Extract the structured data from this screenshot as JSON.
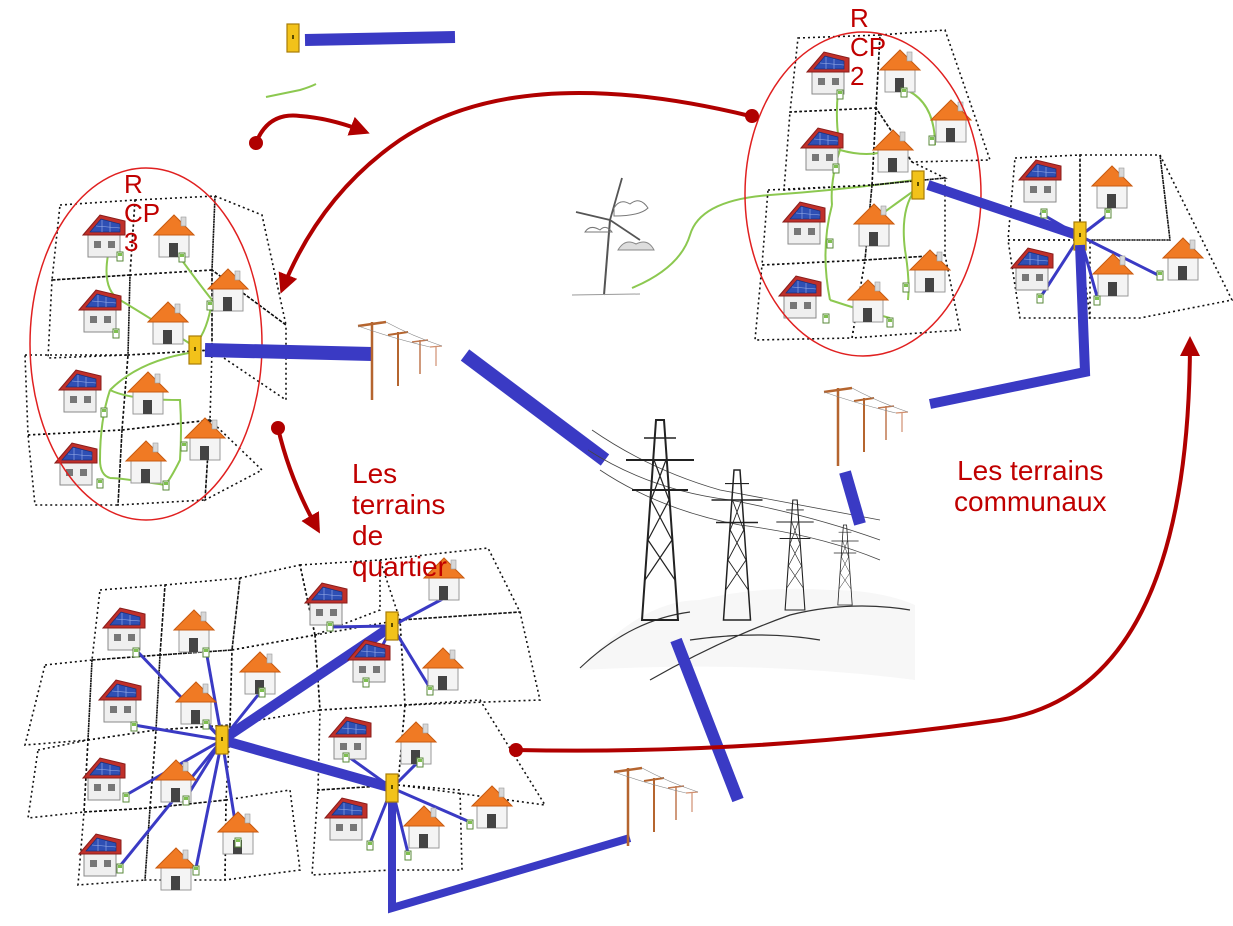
{
  "labels": {
    "rcp3": "R\nCP\n3",
    "rcp2": "R\nCP\n2",
    "neighborhood_land": "Les\nterrains\nde\nquartier",
    "communal_land": "Les terrains\ncommunaux"
  },
  "colors": {
    "cable": "#3a3ac4",
    "arrow": "#b00000",
    "ellipse": "#e02020",
    "green_line": "#8cc850",
    "connector": "#f2c21a",
    "pole": "#b5652f",
    "roof_orange": "#f07a24",
    "solar": "#2e4fb4",
    "label": "#c00000"
  },
  "icons": {
    "house": "house-icon",
    "solar_house": "solar-house-icon",
    "connector": "connector-box-icon",
    "meter": "meter-icon",
    "pole": "utility-pole-icon",
    "tower": "transmission-tower-icon",
    "turbine": "wind-turbine-icon"
  }
}
